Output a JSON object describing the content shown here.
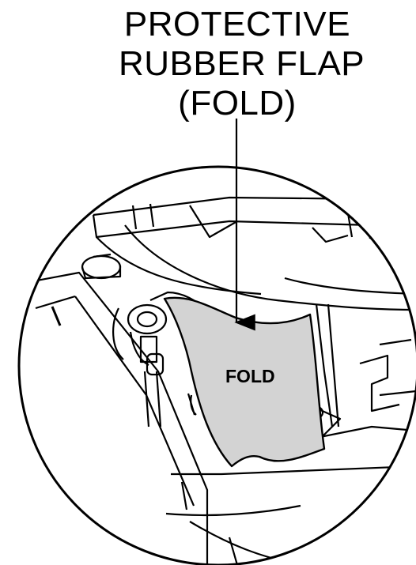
{
  "callout": {
    "line1": "PROTECTIVE",
    "line2": "RUBBER FLAP",
    "line3": "(FOLD)"
  },
  "flap_label": "FOLD",
  "colors": {
    "ink": "#000000",
    "flap_fill": "#d3d3d3",
    "background": "#ffffff"
  }
}
